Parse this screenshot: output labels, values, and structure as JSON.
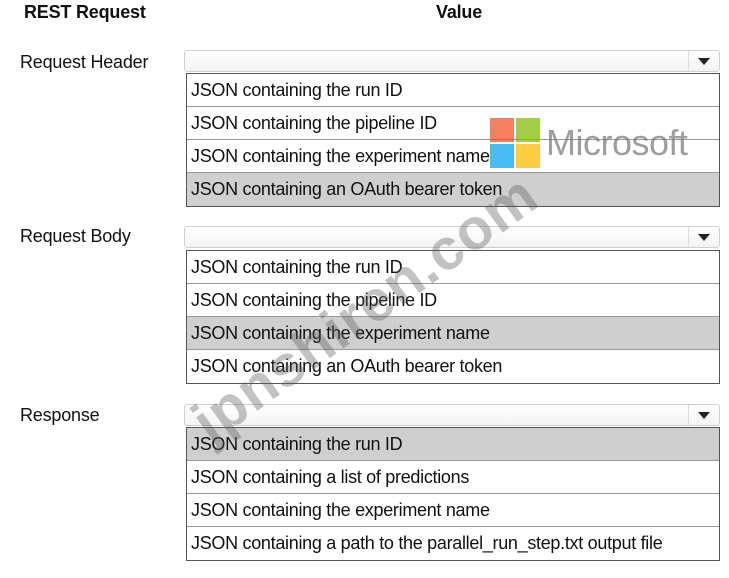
{
  "headers": {
    "rest_request": "REST Request",
    "value": "Value"
  },
  "rows": [
    {
      "label": "Request Header",
      "options": [
        "JSON containing the run ID",
        "JSON containing the pipeline ID",
        "JSON containing the experiment name",
        "JSON containing an OAuth bearer token"
      ],
      "selected_index": 3
    },
    {
      "label": "Request Body",
      "options": [
        "JSON containing the run ID",
        "JSON containing the pipeline ID",
        "JSON containing the experiment name",
        "JSON containing an OAuth bearer token"
      ],
      "selected_index": 2
    },
    {
      "label": "Response",
      "options": [
        "JSON containing the run ID",
        "JSON containing a list of predictions",
        "JSON containing the experiment name",
        "JSON containing a path to the parallel_run_step.txt output file"
      ],
      "selected_index": 0
    }
  ],
  "logo": {
    "text": "Microsoft",
    "tile_colors": [
      "#f25022",
      "#7fba00",
      "#00a4ef",
      "#ffb900"
    ]
  },
  "watermark": {
    "text": "jpnshiren.com"
  },
  "colors": {
    "selected_option": "#cfcfcf",
    "option_border": "#555555"
  }
}
